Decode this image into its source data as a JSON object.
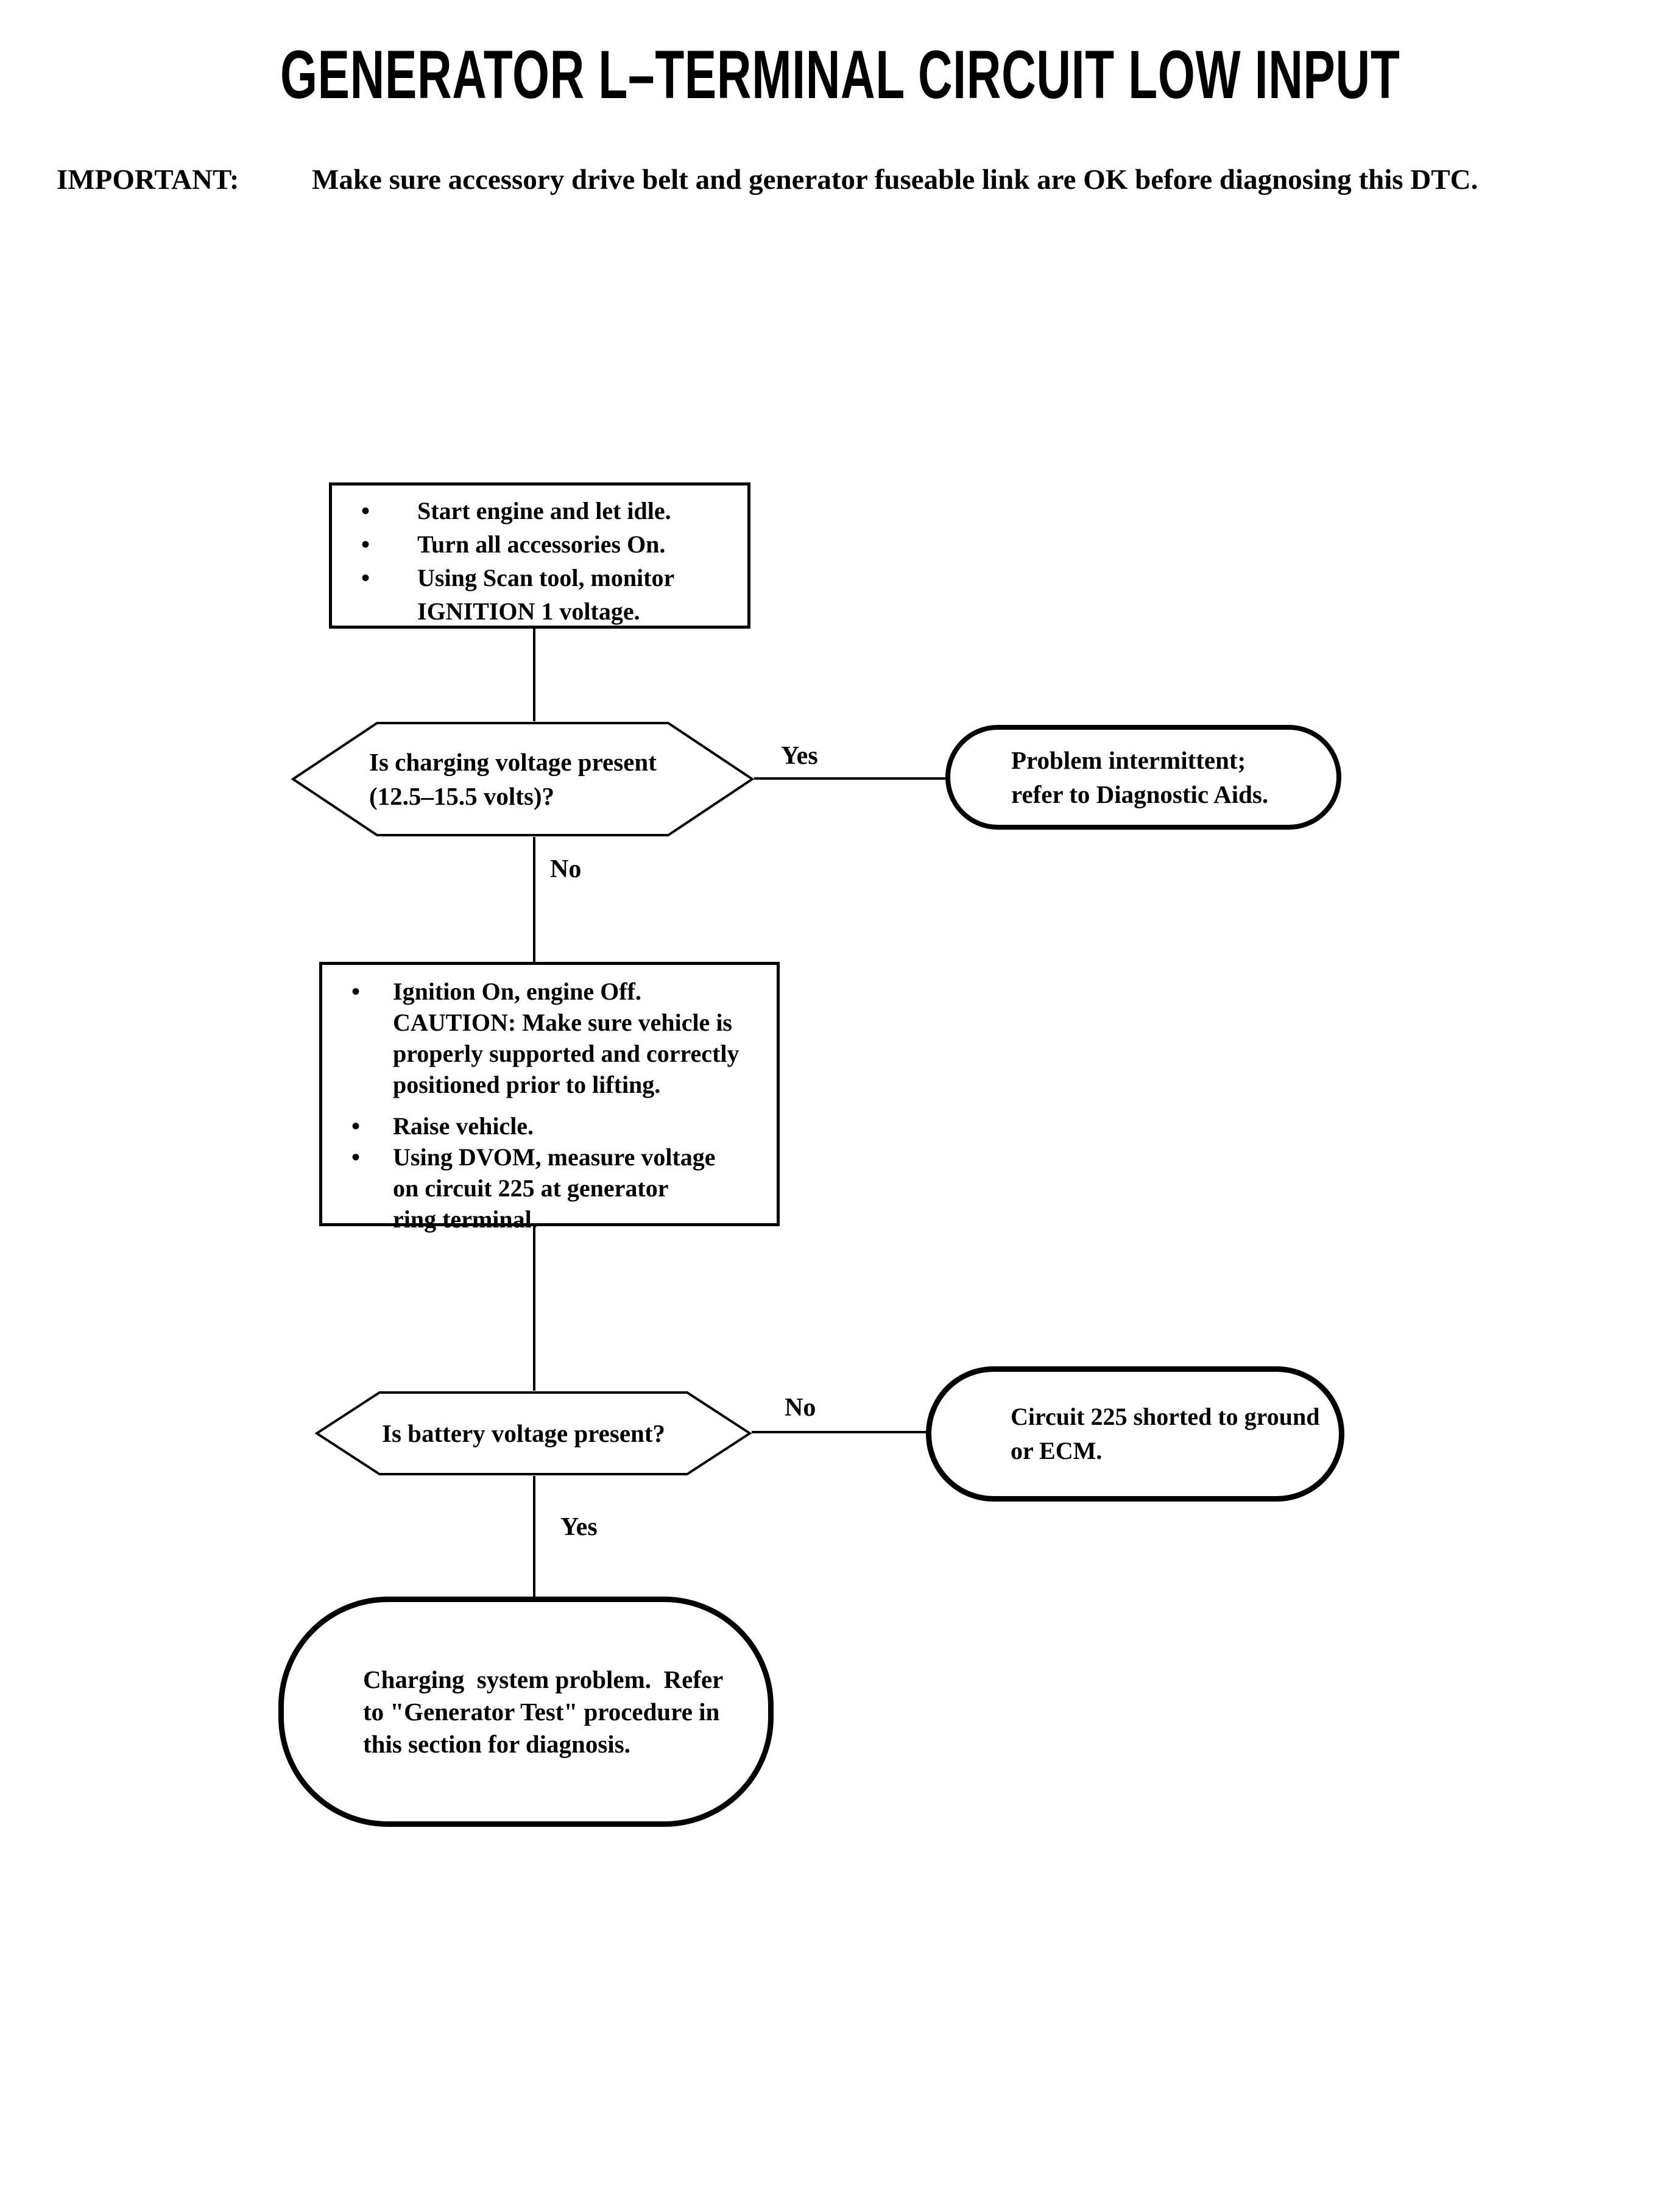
{
  "colors": {
    "ink": "#000000",
    "background": "#ffffff"
  },
  "glyphs": {
    "bullet": "•"
  },
  "header": {
    "title": "GENERATOR L–TERMINAL CIRCUIT LOW INPUT",
    "important_label": "IMPORTANT:",
    "important_text": "Make sure accessory drive belt and generator fuseable link are OK before diagnosing this DTC."
  },
  "flow": {
    "step1": {
      "items": [
        "Start engine and let idle.",
        "Turn all accessories On.",
        "Using Scan tool, monitor\nIGNITION 1 voltage."
      ]
    },
    "decision1": {
      "question": "Is charging voltage present\n(12.5–15.5 volts)?",
      "yes_label": "Yes",
      "no_label": "No"
    },
    "terminal_yes1": "Problem intermittent;\nrefer to Diagnostic Aids.",
    "step2": {
      "items": [
        "Ignition On, engine Off.\nCAUTION: Make sure vehicle is\nproperly supported and correctly\npositioned prior to lifting.",
        "Raise vehicle.",
        "Using DVOM, measure voltage\non circuit 225 at generator\nring terminal."
      ]
    },
    "decision2": {
      "question": "Is battery voltage present?",
      "no_label": "No",
      "yes_label": "Yes"
    },
    "terminal_no2": "Circuit 225 shorted to ground\nor ECM.",
    "terminal_final": "Charging  system problem.  Refer\nto \"Generator Test\" procedure in\nthis section for diagnosis."
  }
}
